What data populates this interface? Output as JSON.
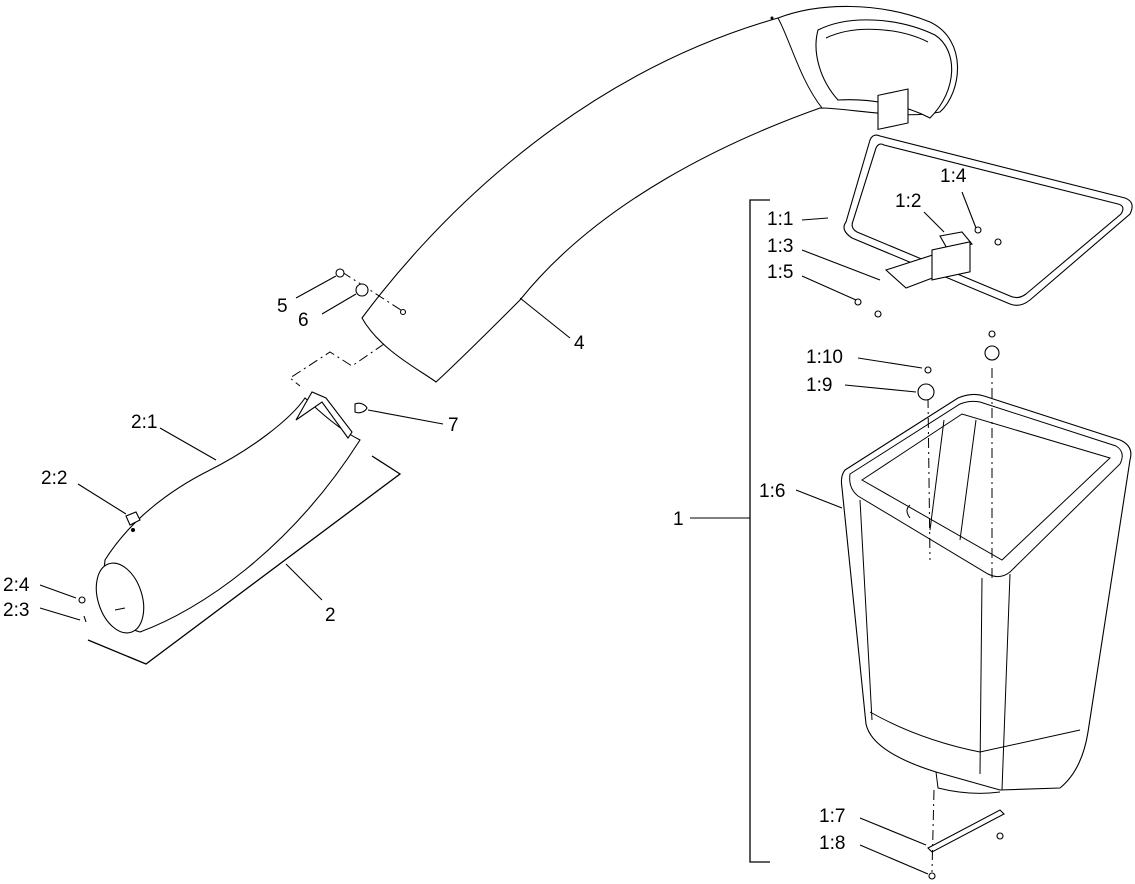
{
  "callouts": {
    "c1": "1",
    "c1_1": "1:1",
    "c1_2": "1:2",
    "c1_3": "1:3",
    "c1_4": "1:4",
    "c1_5": "1:5",
    "c1_6": "1:6",
    "c1_7": "1:7",
    "c1_8": "1:8",
    "c1_9": "1:9",
    "c1_10": "1:10",
    "c2": "2",
    "c2_1": "2:1",
    "c2_2": "2:2",
    "c2_3": "2:3",
    "c2_4": "2:4",
    "c4": "4",
    "c5": "5",
    "c6": "6",
    "c7": "7"
  }
}
